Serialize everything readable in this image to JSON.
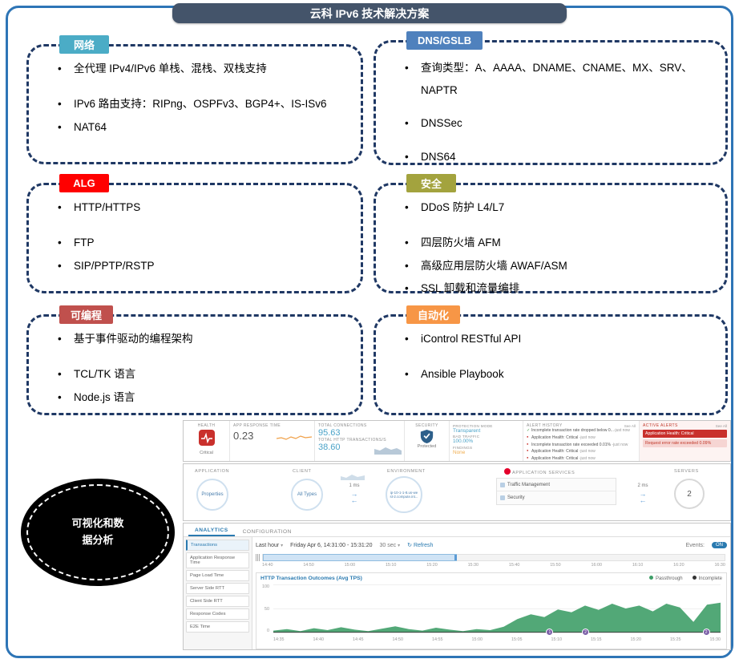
{
  "slide": {
    "title": "云科 IPv6 技术解决方案"
  },
  "colors": {
    "slide_border": "#2e75b6",
    "banner_bg": "#44546a",
    "box_dash": "#1f3864",
    "accent_blue": "#2a7ab0",
    "value_blue": "#4ba3c8",
    "alert_red": "#c9302c",
    "warn_orange": "#f0ad4e",
    "event_purple": "#7b5ea7"
  },
  "icons": {
    "chevron_down": "▾",
    "refresh": "↻",
    "check": "✓",
    "dot": "●",
    "arrow_right": "→",
    "arrow_left": "←"
  },
  "boxes": [
    {
      "label": "网络",
      "color": "#4bacc6",
      "items": [
        "全代理 IPv4/IPv6 单栈、混栈、双栈支持",
        "IPv6 路由支持：RIPng、OSPFv3、BGP4+、IS-ISv6",
        "NAT64"
      ]
    },
    {
      "label": "DNS/GSLB",
      "color": "#4f81bd",
      "items": [
        "查询类型：A、AAAA、DNAME、CNAME、MX、SRV、NAPTR",
        "DNSSec",
        "DNS64"
      ]
    },
    {
      "label": "ALG",
      "color": "#ff0000",
      "items": [
        "HTTP/HTTPS",
        "FTP",
        "SIP/PPTP/RSTP"
      ]
    },
    {
      "label": "安全",
      "color": "#a3a33e",
      "items": [
        "DDoS 防护 L4/L7",
        "四层防火墙 AFM",
        "高级应用层防火墙 AWAF/ASM",
        "SSL 卸载和流量编排"
      ]
    },
    {
      "label": "可编程",
      "color": "#c0504d",
      "items": [
        "基于事件驱动的编程架构",
        "TCL/TK 语言",
        "Node.js 语言"
      ]
    },
    {
      "label": "自动化",
      "color": "#f79646",
      "items": [
        "iControl RESTful API",
        "Ansible Playbook"
      ]
    }
  ],
  "oval": {
    "text": "可视化和数据分析"
  },
  "dashboard": {
    "metrics": {
      "health_label": "HEALTH",
      "health_status": "Critical",
      "art_label": "APP RESPONSE TIME",
      "art_value": "0.23",
      "tc_label": "TOTAL CONNECTIONS",
      "tc_value": "95.63",
      "th_label": "TOTAL HTTP TRANSACTIONS/S",
      "th_value": "38.60",
      "security_label": "SECURITY",
      "security_status": "Protected",
      "pm_label": "PROTECTION MODE",
      "pm_value": "Transparent",
      "bt_label": "BAD TRAFFIC",
      "bt_value": "100.00%",
      "fd_label": "FINDINGS",
      "fd_value": "None"
    },
    "alert_history": {
      "label": "ALERT HISTORY",
      "see_all": "See All",
      "items": [
        {
          "icon": "check",
          "text": "Incomplete transaction rate dropped below 0...",
          "time": "-just now"
        },
        {
          "icon": "dot",
          "text": "Application Health: Critical",
          "time": "-just now"
        },
        {
          "icon": "dot",
          "text": "Incomplete transaction rate exceeded 0.01%",
          "time": "-just now"
        },
        {
          "icon": "dot",
          "text": "Application Health: Critical",
          "time": "-just now"
        },
        {
          "icon": "dot",
          "text": "Application Health: Critical",
          "time": "-just now"
        }
      ]
    },
    "active_alerts": {
      "label": "ACTIVE ALERTS",
      "see_all": "See All",
      "banners": [
        "Application Health: Critical",
        "Request error rate exceeded 0.09%"
      ]
    },
    "topology": {
      "application_label": "APPLICATION",
      "application_node": "Properties",
      "client_label": "CLIENT",
      "client_node": "All Types",
      "latency_client": "1 ms",
      "environment_label": "ENVIRONMENT",
      "environment_node": "ip-10-1-1-8.us-west-2.compute.int...",
      "services_label": "APPLICATION SERVICES",
      "services": [
        "Traffic Management",
        "Security"
      ],
      "latency_server": "2 ms",
      "servers_label": "SERVERS",
      "servers_node": "2"
    },
    "tabs": [
      {
        "label": "ANALYTICS"
      },
      {
        "label": "CONFIGURATION"
      }
    ],
    "sidebar": [
      "Transactions",
      "Application Response Time",
      "Page Load Time",
      "Server Side RTT",
      "Client Side RTT",
      "Response Codes",
      "E2E Time"
    ],
    "toolbar": {
      "range": "Last hour",
      "date": "Friday Apr 6, 14:31:00 - 15:31:20",
      "interval": "30 sec",
      "refresh": "Refresh",
      "events_label": "Events:",
      "events_state": "ON"
    },
    "timeline_ticks": [
      "14:40",
      "14:50",
      "15:00",
      "15:10",
      "15:20",
      "15:30",
      "15:40",
      "15:50",
      "16:00",
      "16:10",
      "16:20",
      "16:30"
    ],
    "event_markers": [
      "1",
      "2",
      "2"
    ]
  },
  "chart_data": {
    "type": "area",
    "title": "HTTP Transaction Outcomes (Avg TPS)",
    "legend_position": "top-right",
    "x_ticks": [
      "14:35",
      "14:40",
      "14:45",
      "14:50",
      "14:55",
      "15:00",
      "15:05",
      "15:10",
      "15:15",
      "15:20",
      "15:25",
      "15:30"
    ],
    "yticks": [
      "0",
      "50",
      "100"
    ],
    "ylim": [
      0,
      100
    ],
    "grid": true,
    "series": [
      {
        "name": "Passthrough",
        "color": "#3f9e68",
        "values": [
          4,
          7,
          3,
          9,
          5,
          11,
          6,
          3,
          8,
          13,
          7,
          4,
          10,
          6,
          3,
          7,
          5,
          12,
          28,
          38,
          32,
          48,
          42,
          56,
          47,
          60,
          50,
          56,
          44,
          60,
          52,
          22,
          58,
          62
        ]
      },
      {
        "name": "Incomplete",
        "color": "#333333",
        "values": [
          1,
          1,
          1,
          1,
          1,
          1,
          1,
          1,
          1,
          1,
          1,
          1,
          1,
          1,
          1,
          1,
          1,
          1,
          1,
          1,
          1,
          1,
          1,
          1,
          1,
          1,
          1,
          1,
          1,
          1,
          1,
          1,
          1,
          1
        ]
      }
    ]
  }
}
